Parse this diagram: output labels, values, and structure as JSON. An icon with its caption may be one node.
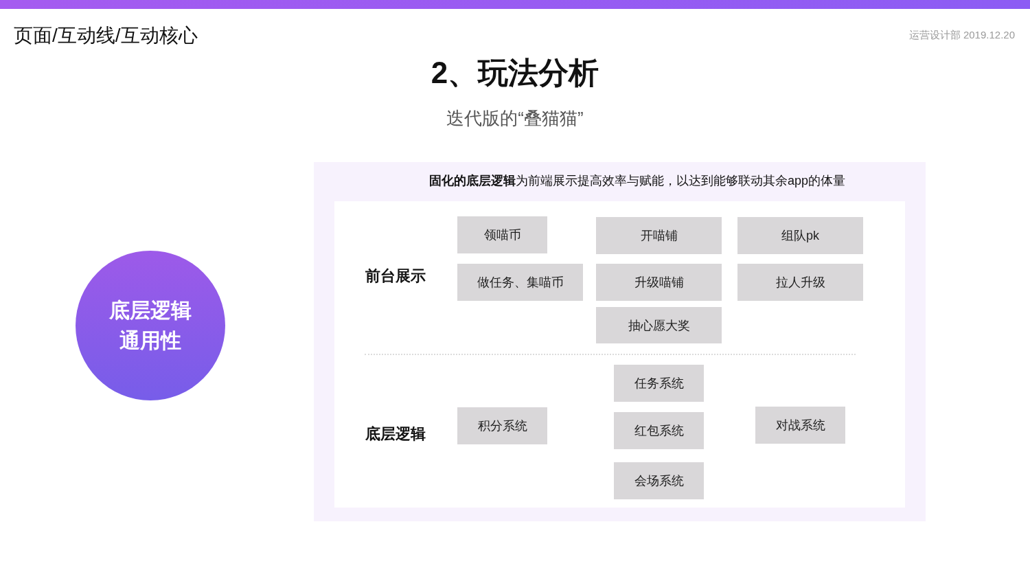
{
  "diagram": {
    "title": "2、玩法分析",
    "nodes": [
      {
        "text": [
          "底层逻辑通用性"
        ]
      },
      {
        "text": [
          "**固化的底层逻辑**为前端展示提高效率与赋能，以达到能够联动其余app的体量"
        ]
      },
      {
        "text": [
          "前台展示",
          "底层逻辑"
        ],
        "in": 1
      },
      {
        "text": [
          "领喵币"
        ],
        "in": 2
      },
      {
        "text": [
          "开喵铺"
        ],
        "in": 2
      },
      {
        "text": [
          "组队pk"
        ],
        "in": 2
      },
      {
        "text": [
          "做任务、集喵币"
        ],
        "in": 2
      },
      {
        "text": [
          "升级喵铺"
        ],
        "in": 2
      },
      {
        "text": [
          "拉人升级"
        ],
        "in": 2
      },
      {
        "text": [
          "抽心愿大奖"
        ],
        "in": 2
      },
      {
        "text": [
          "任务系统"
        ],
        "in": 2
      },
      {
        "text": [
          "积分系统"
        ],
        "in": 2
      },
      {
        "text": [
          "红包系统"
        ],
        "in": 2
      },
      {
        "text": [
          "对战系统"
        ],
        "in": 2
      },
      {
        "text": [
          "会场系统"
        ],
        "in": 2
      }
    ],
    "labels": [
      "页面/互动线/互动核心",
      "运营设计部 2019.12.20",
      "迭代版的“叠猫猫”"
    ]
  }
}
